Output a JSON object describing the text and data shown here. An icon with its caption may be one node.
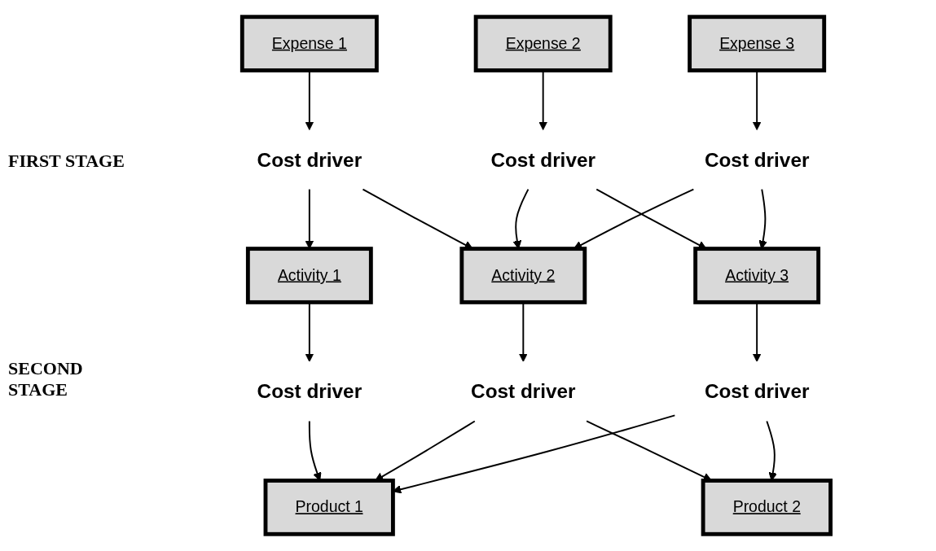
{
  "diagram": {
    "nodes": [
      {
        "text": [
          "Expense 1"
        ]
      },
      {
        "text": [
          "Expense 2"
        ]
      },
      {
        "text": [
          "Expense 3"
        ]
      },
      {
        "text": [
          "Cost driver"
        ]
      },
      {
        "text": [
          "Cost driver"
        ]
      },
      {
        "text": [
          "Cost driver"
        ]
      },
      {
        "text": [
          "Activity 1"
        ]
      },
      {
        "text": [
          "Activity 2"
        ]
      },
      {
        "text": [
          "Activity 3"
        ]
      },
      {
        "text": [
          "Cost driver"
        ]
      },
      {
        "text": [
          "Cost driver"
        ]
      },
      {
        "text": [
          "Cost driver"
        ]
      },
      {
        "text": [
          "Product 1"
        ]
      },
      {
        "text": [
          "Product 2"
        ]
      }
    ],
    "edges": [
      {
        "from": 0,
        "to": 3,
        "arrow": "to"
      },
      {
        "from": 1,
        "to": 4,
        "arrow": "to"
      },
      {
        "from": 2,
        "to": 5,
        "arrow": "to"
      },
      {
        "from": 3,
        "to": 6,
        "arrow": "to"
      },
      {
        "from": 3,
        "to": 7,
        "arrow": "to"
      },
      {
        "from": 4,
        "to": 7,
        "arrow": "to"
      },
      {
        "from": 4,
        "to": 8,
        "arrow": "to"
      },
      {
        "from": 5,
        "to": 7,
        "arrow": "to"
      },
      {
        "from": 5,
        "to": 8,
        "arrow": "to"
      },
      {
        "from": 6,
        "to": 9,
        "arrow": "to"
      },
      {
        "from": 7,
        "to": 10,
        "arrow": "to"
      },
      {
        "from": 8,
        "to": 11,
        "arrow": "to"
      },
      {
        "from": 9,
        "to": 12,
        "arrow": "to"
      },
      {
        "from": 10,
        "to": 12,
        "arrow": "to"
      },
      {
        "from": 10,
        "to": 13,
        "arrow": "to"
      },
      {
        "from": 11,
        "to": 12,
        "arrow": "to"
      },
      {
        "from": 11,
        "to": 13,
        "arrow": "to"
      }
    ],
    "labels": [
      "FIRST STAGE",
      "SECOND STAGE"
    ]
  }
}
